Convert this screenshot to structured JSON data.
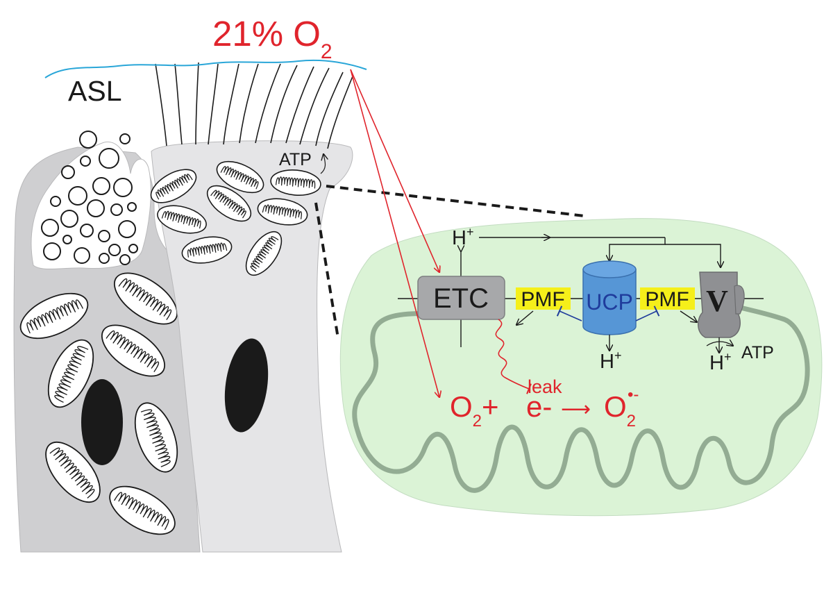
{
  "oxygen": {
    "value": "21% O",
    "subscript": "2"
  },
  "asl_label": "ASL",
  "cell_atp_label": "ATP",
  "mito_inset": {
    "proton_top": {
      "base": "H",
      "sup": "+"
    },
    "etc_label": "ETC",
    "pmf_left_label": "PMF",
    "ucp_label": "UCP",
    "pmf_right_label": "PMF",
    "atp_synthase_label": "V",
    "proton_ucp": {
      "base": "H",
      "sup": "+"
    },
    "proton_synthase": {
      "base": "H",
      "sup": "+"
    },
    "atp_label": "ATP",
    "leak_label": "leak"
  },
  "reaction": {
    "oxygen": {
      "base": "O",
      "sub": "2",
      "plus": "+"
    },
    "electron": "e-",
    "arrow": "⟶",
    "superoxide": {
      "base": "O",
      "sub": "2",
      "sup": "•-"
    }
  },
  "colors": {
    "red": "#e0242c",
    "asl_line": "#29a6d8",
    "matrix_fill": "#dbf3d6",
    "inner_membrane": "#93ac93",
    "pmf_highlight": "#f5ef1a",
    "ucp_fill": "#5696d6",
    "ucp_text": "#1f3c9c",
    "etc_fill": "#a7a8aa",
    "cell_left": "#cfcfd1",
    "cell_right": "#e5e5e7"
  }
}
